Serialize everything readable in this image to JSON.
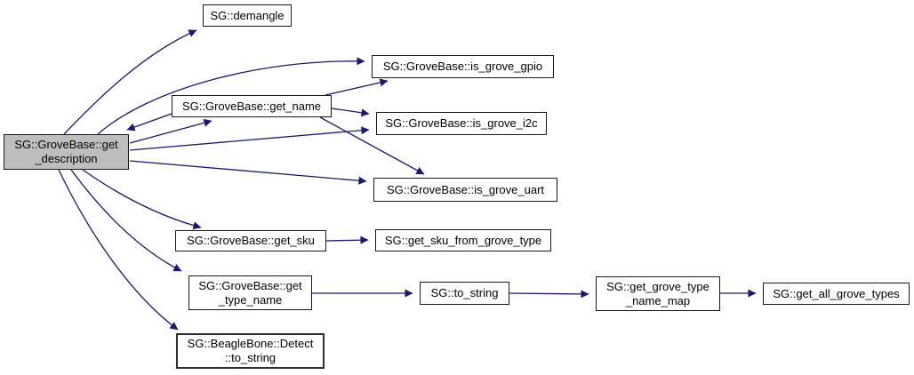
{
  "diagram": {
    "kind": "doxygen-call-graph",
    "colors": {
      "edge": "#191970",
      "node_fill": "#ffffff",
      "node_border": "#1a1a1a",
      "focus_node_fill": "#bebebe",
      "text": "#000000"
    },
    "nodes": [
      {
        "id": "get_description",
        "label": "SG::GroveBase::get\n_description",
        "focus": true
      },
      {
        "id": "demangle",
        "label": "SG::demangle"
      },
      {
        "id": "get_name",
        "label": "SG::GroveBase::get_name"
      },
      {
        "id": "is_grove_gpio",
        "label": "SG::GroveBase::is_grove_gpio"
      },
      {
        "id": "is_grove_i2c",
        "label": "SG::GroveBase::is_grove_i2c"
      },
      {
        "id": "is_grove_uart",
        "label": "SG::GroveBase::is_grove_uart"
      },
      {
        "id": "get_sku",
        "label": "SG::GroveBase::get_sku"
      },
      {
        "id": "get_sku_from_grove_type",
        "label": "SG::get_sku_from_grove_type"
      },
      {
        "id": "get_type_name",
        "label": "SG::GroveBase::get\n_type_name"
      },
      {
        "id": "to_string",
        "label": "SG::to_string"
      },
      {
        "id": "get_grove_type_name_map",
        "label": "SG::get_grove_type\n_name_map"
      },
      {
        "id": "get_all_grove_types",
        "label": "SG::get_all_grove_types"
      },
      {
        "id": "detect_to_string",
        "label": "SG::BeagleBone::Detect\n::to_string"
      }
    ],
    "edges": [
      {
        "from": "get_description",
        "to": "demangle"
      },
      {
        "from": "get_description",
        "to": "is_grove_gpio"
      },
      {
        "from": "get_description",
        "to": "get_name"
      },
      {
        "from": "get_name",
        "to": "get_description"
      },
      {
        "from": "get_description",
        "to": "is_grove_i2c"
      },
      {
        "from": "get_name",
        "to": "is_grove_i2c"
      },
      {
        "from": "get_name",
        "to": "is_grove_gpio"
      },
      {
        "from": "get_description",
        "to": "is_grove_uart"
      },
      {
        "from": "get_name",
        "to": "is_grove_uart"
      },
      {
        "from": "get_description",
        "to": "get_sku"
      },
      {
        "from": "get_sku",
        "to": "get_sku_from_grove_type"
      },
      {
        "from": "get_description",
        "to": "get_type_name"
      },
      {
        "from": "get_type_name",
        "to": "to_string"
      },
      {
        "from": "to_string",
        "to": "get_grove_type_name_map"
      },
      {
        "from": "get_grove_type_name_map",
        "to": "get_all_grove_types"
      },
      {
        "from": "get_description",
        "to": "detect_to_string"
      }
    ]
  }
}
